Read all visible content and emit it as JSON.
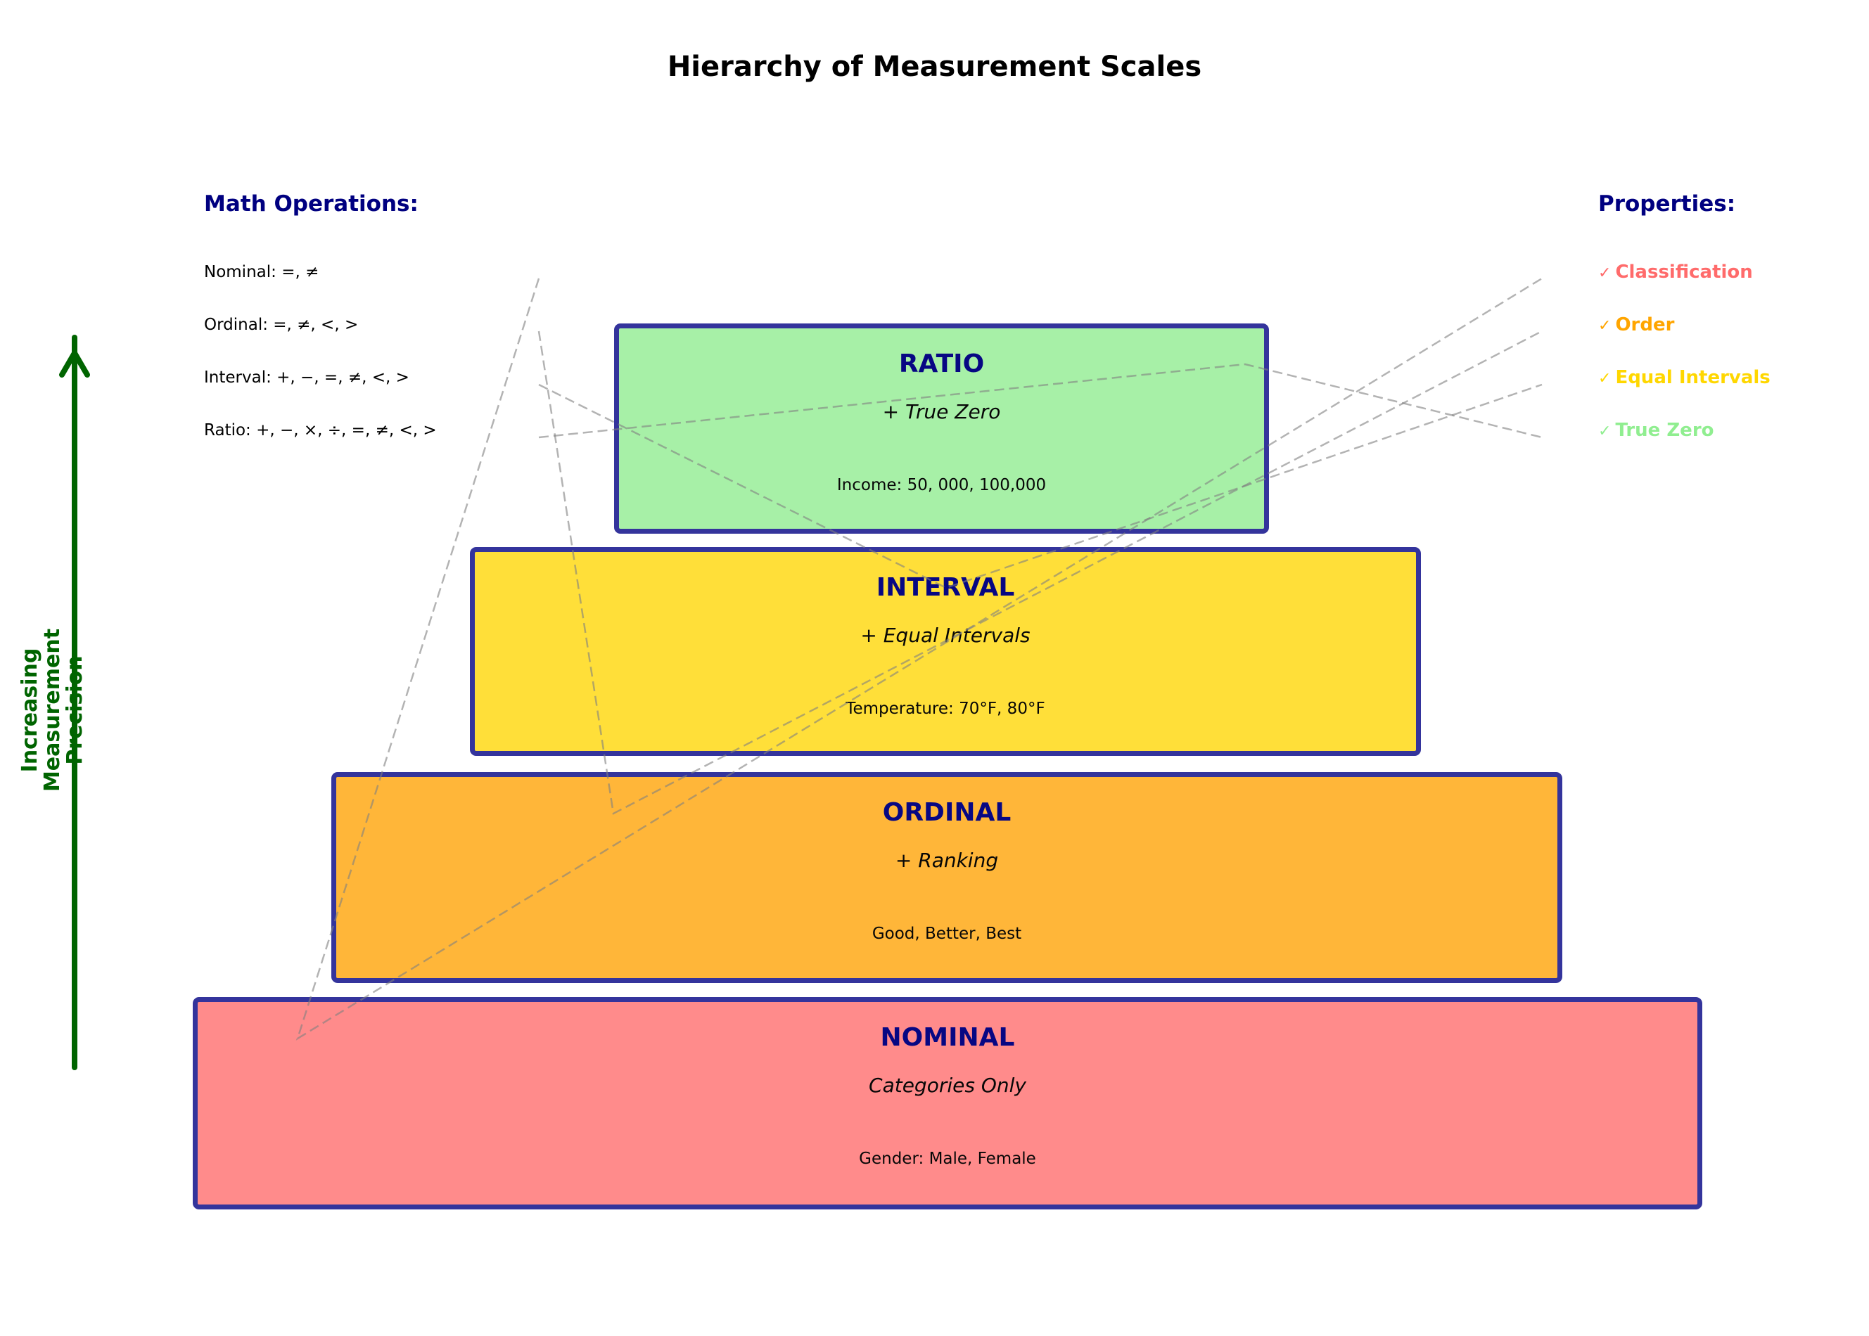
{
  "title": "Hierarchy of Measurement Scales",
  "math_operations": {
    "header": "Math Operations:",
    "items": [
      "Nominal: =, ≠",
      "Ordinal: =, ≠, <, >",
      "Interval: +, −, =, ≠, <, >",
      "Ratio: +, −, ×, ÷, =, ≠, <, >"
    ]
  },
  "properties": {
    "header": "Properties:",
    "check_icon": "✓",
    "items": [
      {
        "label": "Classification",
        "color": "#ff6b6b"
      },
      {
        "label": "Order",
        "color": "#ffa500"
      },
      {
        "label": "Equal Intervals",
        "color": "#ffd700"
      },
      {
        "label": "True Zero",
        "color": "#90ee90"
      }
    ]
  },
  "scales": [
    {
      "name": "RATIO",
      "subtitle": "+ True Zero",
      "example": "Income: 50, 000, 100,000",
      "fill": "#a5f0a5"
    },
    {
      "name": "INTERVAL",
      "subtitle": "+ Equal Intervals",
      "example": "Temperature: 70°F, 80°F",
      "fill": "#ffde33"
    },
    {
      "name": "ORDINAL",
      "subtitle": "+ Ranking",
      "example": "Good, Better, Best",
      "fill": "#ffb433"
    },
    {
      "name": "NOMINAL",
      "subtitle": "Categories Only",
      "example": "Gender: Male, Female",
      "fill": "#ff8888"
    }
  ],
  "axis": {
    "label_lines": [
      "Increasing",
      "Measurement",
      "Precision"
    ],
    "color": "#006400",
    "direction": "up"
  },
  "connector_color": "#808080",
  "box_border_color": "#2e2e99"
}
